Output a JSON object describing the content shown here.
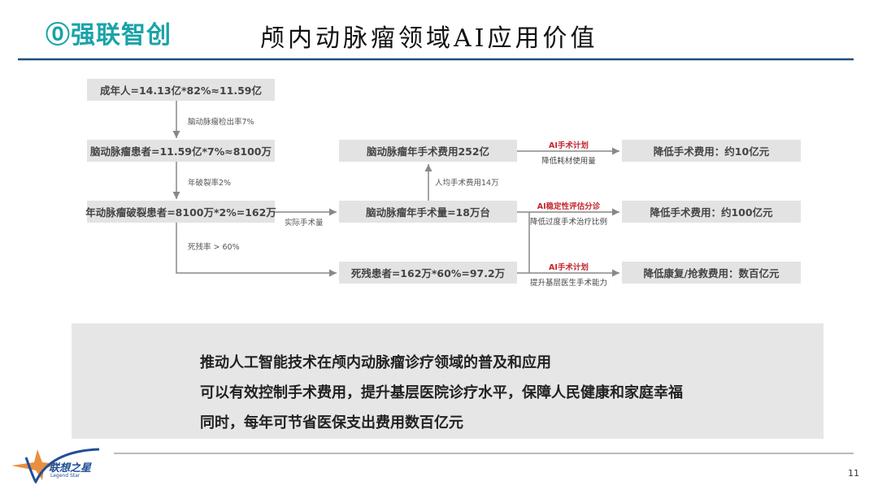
{
  "header": {
    "logo": "强联智创",
    "title": "颅内动脉瘤领域AI应用价值"
  },
  "flow": {
    "left": [
      "成年人=14.13亿*82%≈11.59亿",
      "脑动脉瘤患者=11.59亿*7%≈8100万",
      "年动脉瘤破裂患者=8100万*2%=162万"
    ],
    "middle": [
      "脑动脉瘤年手术费用252亿",
      "脑动脉瘤年手术量=18万台",
      "死残患者=162万*60%=97.2万"
    ],
    "right": [
      "降低手术费用：约10亿元",
      "降低手术费用：约100亿元",
      "降低康复/抢救费用：数百亿元"
    ],
    "edge_labels": {
      "detect": "脑动脉瘤检出率7%",
      "rupture": "年破裂率2%",
      "actual": "实际手术量",
      "death": "死残率 > 60%",
      "per_cost": "人均手术费用14万"
    },
    "ai": [
      {
        "title": "AI手术计划",
        "desc": "降低耗材使用量"
      },
      {
        "title": "AI稳定性评估分诊",
        "desc": "降低过度手术治疗比例"
      },
      {
        "title": "AI手术计划",
        "desc": "提升基层医生手术能力"
      }
    ]
  },
  "summary": [
    "推动人工智能技术在颅内动脉瘤诊疗领域的普及和应用",
    "可以有效控制手术费用，提升基层医院诊疗水平，保障人民健康和家庭幸福",
    "同时，每年可节省医保支出费用数百亿元"
  ],
  "footer": {
    "brand": "联想之星",
    "brand_en": "Legend Star",
    "page": "11"
  },
  "colors": {
    "accent": "#1aa3a8",
    "rule": "#1f4e79",
    "red": "#c0272d",
    "box": "#e3e3e3"
  }
}
